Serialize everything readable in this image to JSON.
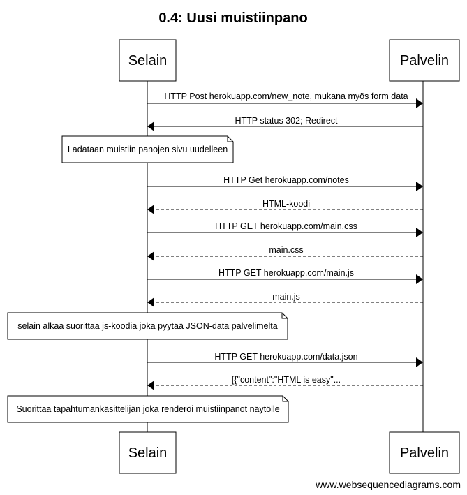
{
  "title": "0.4: Uusi muistiinpano",
  "participants": [
    "Selain",
    "Palvelin"
  ],
  "messages": [
    {
      "from": "Selain",
      "to": "Palvelin",
      "style": "solid",
      "label": "HTTP Post herokuapp.com/new_note, mukana myös form data"
    },
    {
      "from": "Palvelin",
      "to": "Selain",
      "style": "solid",
      "label": "HTTP status 302; Redirect"
    },
    {
      "from": "Selain",
      "to": "Palvelin",
      "style": "solid",
      "label": "HTTP Get herokuapp.com/notes"
    },
    {
      "from": "Palvelin",
      "to": "Selain",
      "style": "dashed",
      "label": "HTML-koodi"
    },
    {
      "from": "Selain",
      "to": "Palvelin",
      "style": "solid",
      "label": "HTTP GET herokuapp.com/main.css"
    },
    {
      "from": "Palvelin",
      "to": "Selain",
      "style": "dashed",
      "label": "main.css"
    },
    {
      "from": "Selain",
      "to": "Palvelin",
      "style": "solid",
      "label": "HTTP GET herokuapp.com/main.js"
    },
    {
      "from": "Palvelin",
      "to": "Selain",
      "style": "dashed",
      "label": "main.js"
    },
    {
      "from": "Selain",
      "to": "Palvelin",
      "style": "solid",
      "label": "HTTP GET herokuapp.com/data.json"
    },
    {
      "from": "Palvelin",
      "to": "Selain",
      "style": "dashed",
      "label": "[{\"content\":\"HTML is easy\"..."
    }
  ],
  "notes": [
    {
      "text": "Ladataan muistiin panojen sivu uudelleen",
      "over": "Selain"
    },
    {
      "text": "selain alkaa suorittaa js-koodia joka pyytää JSON-data palvelimelta",
      "over": "Selain"
    },
    {
      "text": "Suorittaa tapahtumankäsittelijän joka renderöi muistiinpanot näytölle",
      "over": "Selain"
    }
  ],
  "footer": "www.websequencediagrams.com",
  "colors": {
    "line": "#000000",
    "box_fill": "#ffffff",
    "note_fill": "#ffffff"
  }
}
